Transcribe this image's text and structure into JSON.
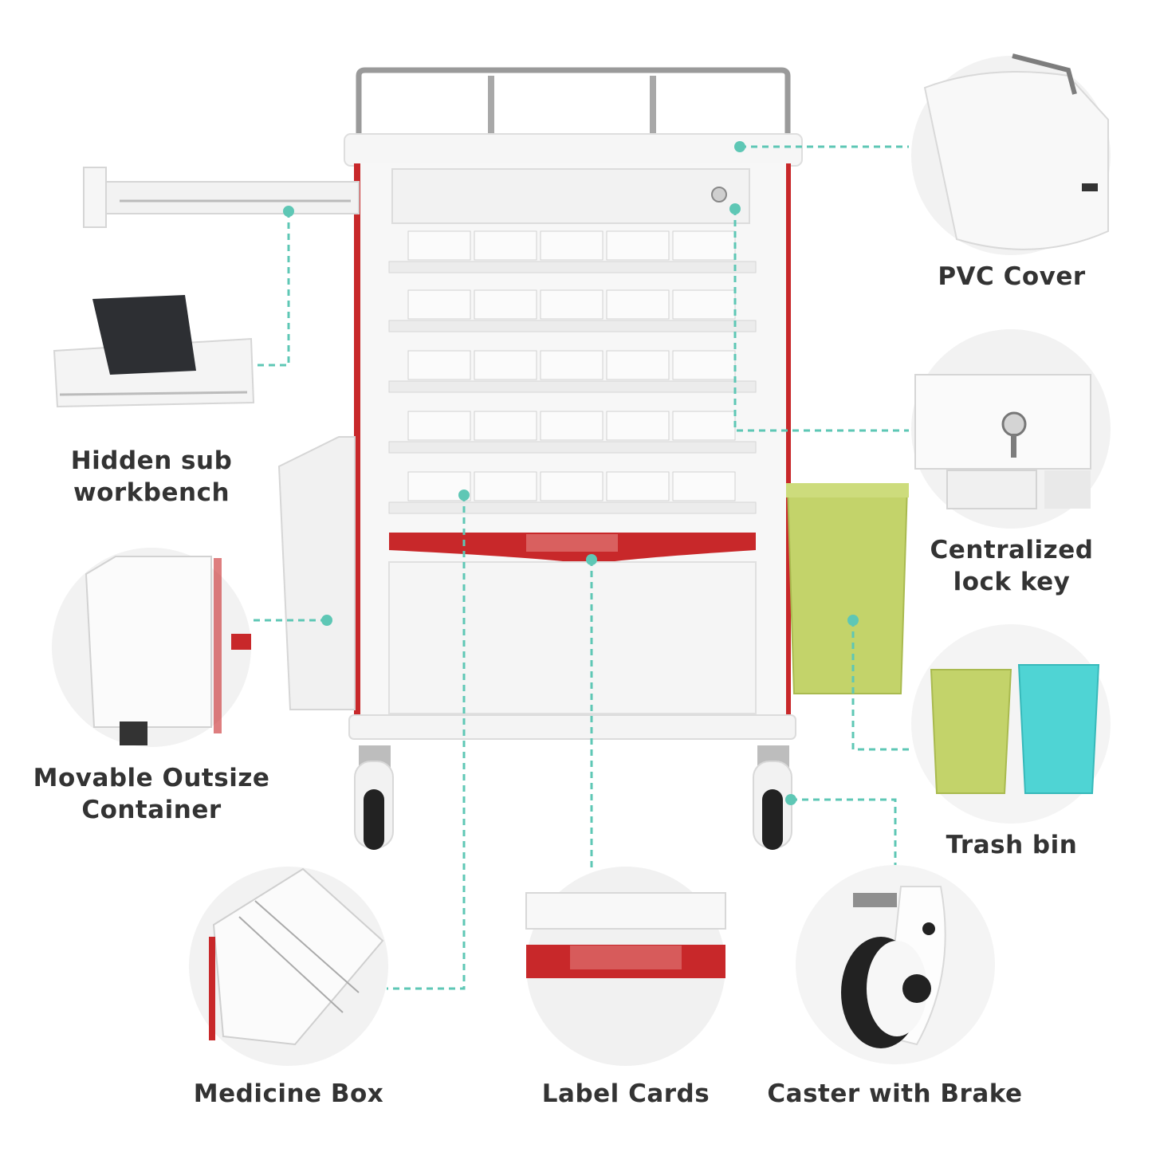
{
  "features": {
    "pvc_cover": "PVC Cover",
    "lock_line1": "Centralized",
    "lock_line2": "lock key",
    "trash_bin": "Trash bin",
    "caster": "Caster with Brake",
    "label_cards": "Label Cards",
    "medicine_box": "Medicine Box",
    "container_line1": "Movable Outsize",
    "container_line2": "Container",
    "workbench_line1": "Hidden sub",
    "workbench_line2": "workbench"
  },
  "colors": {
    "accent_red": "#c8282a",
    "leader_teal": "#5ec7b5",
    "bin_green": "#c3d36a",
    "bin_teal": "#4fd4d4",
    "text_dark": "#333333"
  }
}
